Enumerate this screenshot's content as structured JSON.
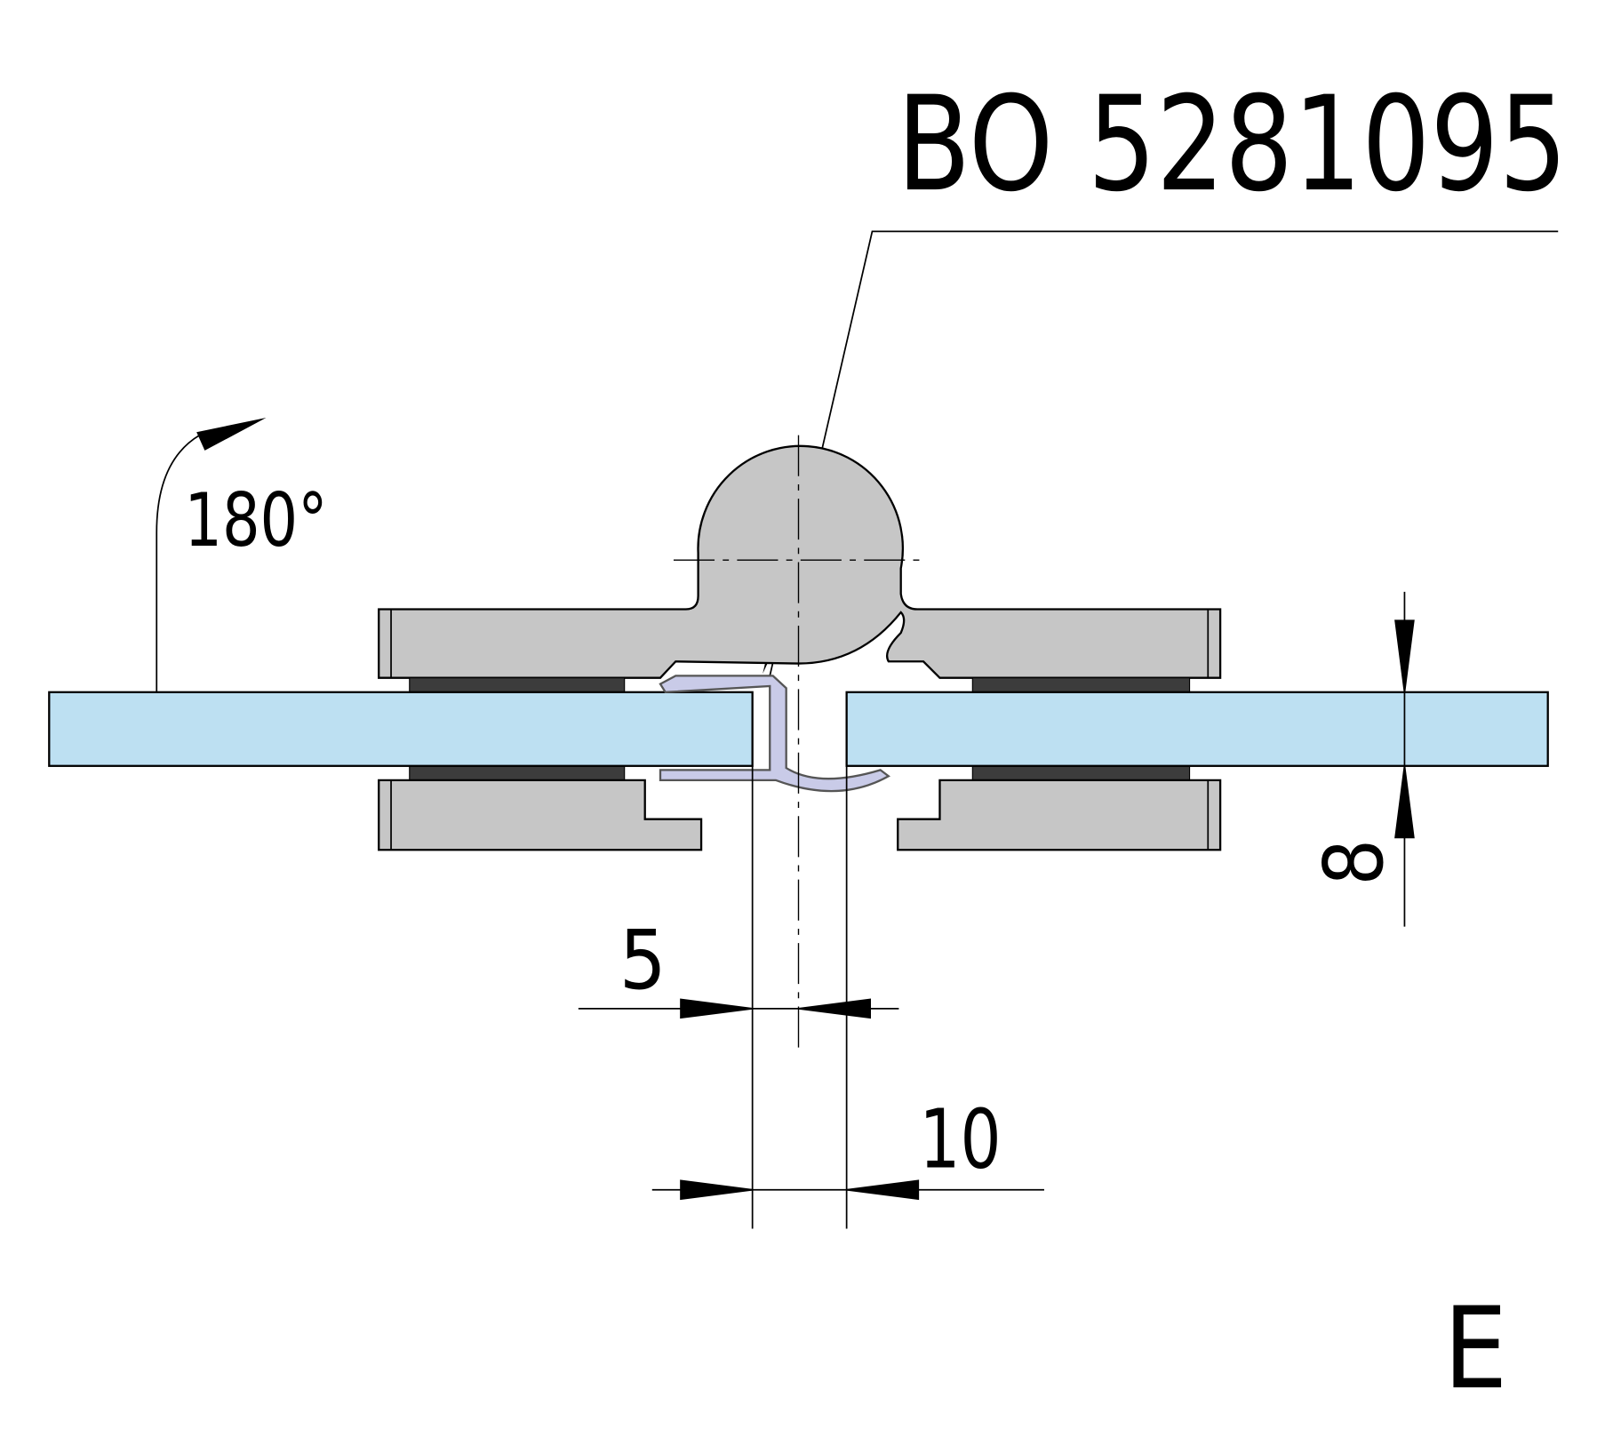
{
  "drawing": {
    "part_number": "BO 5281095",
    "angle_label": "180°",
    "dim_offset": "5",
    "dim_gap": "10",
    "dim_glass_thickness": "8",
    "view_label": "E"
  },
  "colors": {
    "glass": "#bde0f2",
    "metal": "#c6c6c6",
    "gasket": "#3c3c3c",
    "seal": "#c9cbe8"
  }
}
